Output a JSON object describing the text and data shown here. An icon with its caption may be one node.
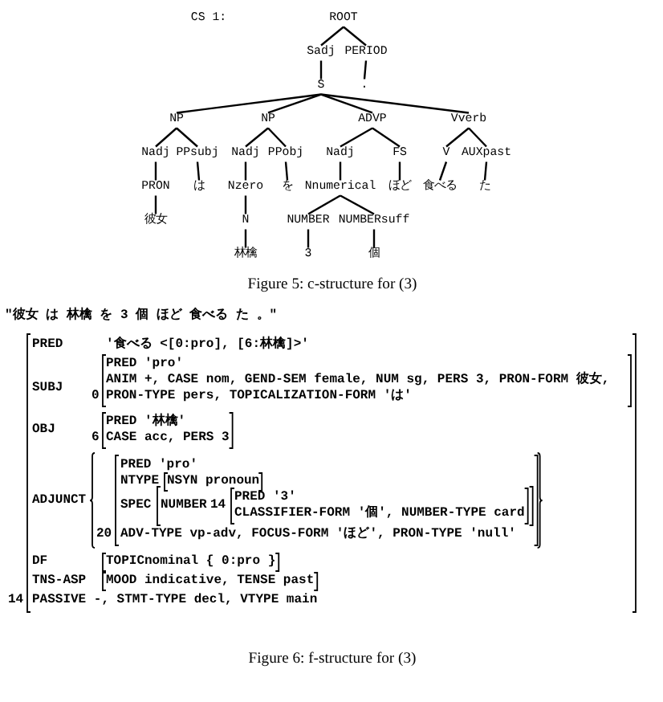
{
  "diagram": {
    "nodes": [
      {
        "text": [
          "ROOT"
        ]
      },
      {
        "text": [
          "Sadj"
        ]
      },
      {
        "text": [
          "PERIOD"
        ]
      },
      {
        "text": [
          "S"
        ]
      },
      {
        "text": [
          "."
        ]
      },
      {
        "text": [
          "NP"
        ]
      },
      {
        "text": [
          "NP"
        ]
      },
      {
        "text": [
          "ADVP"
        ]
      },
      {
        "text": [
          "Vverb"
        ]
      },
      {
        "text": [
          "Nadj"
        ]
      },
      {
        "text": [
          "PPsubj"
        ]
      },
      {
        "text": [
          "Nadj"
        ]
      },
      {
        "text": [
          "PPobj"
        ]
      },
      {
        "text": [
          "Nadj"
        ]
      },
      {
        "text": [
          "FS"
        ]
      },
      {
        "text": [
          "V"
        ]
      },
      {
        "text": [
          "AUXpast"
        ]
      },
      {
        "text": [
          "PRON"
        ]
      },
      {
        "text": [
          "は"
        ]
      },
      {
        "text": [
          "Nzero"
        ]
      },
      {
        "text": [
          "を"
        ]
      },
      {
        "text": [
          "Nnumerical"
        ]
      },
      {
        "text": [
          "ほど"
        ]
      },
      {
        "text": [
          "食べる"
        ]
      },
      {
        "text": [
          "た"
        ]
      },
      {
        "text": [
          "彼女"
        ]
      },
      {
        "text": [
          "N"
        ]
      },
      {
        "text": [
          "NUMBER"
        ]
      },
      {
        "text": [
          "NUMBERsuff"
        ]
      },
      {
        "text": [
          "林檎"
        ]
      },
      {
        "text": [
          "3"
        ]
      },
      {
        "text": [
          "個"
        ]
      }
    ],
    "edges": [
      {
        "from": 0,
        "to": 1,
        "arrow": "none"
      },
      {
        "from": 0,
        "to": 2,
        "arrow": "none"
      },
      {
        "from": 1,
        "to": 3,
        "arrow": "none"
      },
      {
        "from": 2,
        "to": 4,
        "arrow": "none"
      },
      {
        "from": 3,
        "to": 5,
        "arrow": "none"
      },
      {
        "from": 3,
        "to": 6,
        "arrow": "none"
      },
      {
        "from": 3,
        "to": 7,
        "arrow": "none"
      },
      {
        "from": 3,
        "to": 8,
        "arrow": "none"
      },
      {
        "from": 5,
        "to": 9,
        "arrow": "none"
      },
      {
        "from": 5,
        "to": 10,
        "arrow": "none"
      },
      {
        "from": 6,
        "to": 11,
        "arrow": "none"
      },
      {
        "from": 6,
        "to": 12,
        "arrow": "none"
      },
      {
        "from": 7,
        "to": 13,
        "arrow": "none"
      },
      {
        "from": 7,
        "to": 14,
        "arrow": "none"
      },
      {
        "from": 8,
        "to": 15,
        "arrow": "none"
      },
      {
        "from": 8,
        "to": 16,
        "arrow": "none"
      },
      {
        "from": 9,
        "to": 17,
        "arrow": "none"
      },
      {
        "from": 10,
        "to": 18,
        "arrow": "none"
      },
      {
        "from": 11,
        "to": 19,
        "arrow": "none"
      },
      {
        "from": 12,
        "to": 20,
        "arrow": "none"
      },
      {
        "from": 13,
        "to": 21,
        "arrow": "none"
      },
      {
        "from": 14,
        "to": 22,
        "arrow": "none"
      },
      {
        "from": 15,
        "to": 23,
        "arrow": "none"
      },
      {
        "from": 16,
        "to": 24,
        "arrow": "none"
      },
      {
        "from": 17,
        "to": 25,
        "arrow": "none"
      },
      {
        "from": 19,
        "to": 26,
        "arrow": "none"
      },
      {
        "from": 21,
        "to": 27,
        "arrow": "none"
      },
      {
        "from": 21,
        "to": 28,
        "arrow": "none"
      },
      {
        "from": 26,
        "to": 29,
        "arrow": "none"
      },
      {
        "from": 27,
        "to": 30,
        "arrow": "none"
      },
      {
        "from": 28,
        "to": 31,
        "arrow": "none"
      }
    ],
    "labels": [
      "CS 1:",
      "Figure 5: c-structure for (3)",
      "\"彼女 は 林檎 を 3 個 ほど 食べる た 。\"",
      "PRED",
      "'食べる <[0:pro], [6:林檎]>'",
      "SUBJ",
      "PRED 'pro'",
      "0",
      "ANIM +, CASE nom, GEND-SEM female, NUM sg, PERS 3, PRON-FORM 彼女, PRON-TYPE pers, TOPICALIZATION-FORM 'は'",
      "OBJ",
      "PRED '林檎'",
      "6",
      "CASE acc, PERS 3",
      "ADJUNCT",
      "PRED 'pro'",
      "NTYPE",
      "NSYN pronoun",
      "SPEC",
      "NUMBER",
      "14",
      "PRED '3'",
      "CLASSIFIER-FORM '個', NUMBER-TYPE card",
      "20",
      "ADV-TYPE vp-adv, FOCUS-FORM 'ほど', PRON-TYPE 'null'",
      "DF",
      "TOPICnominal { 0:pro }",
      "TNS-ASP",
      "MOOD indicative, TENSE past",
      "14",
      "PASSIVE -, STMT-TYPE decl, VTYPE main",
      "Figure 6: f-structure for (3)"
    ]
  }
}
